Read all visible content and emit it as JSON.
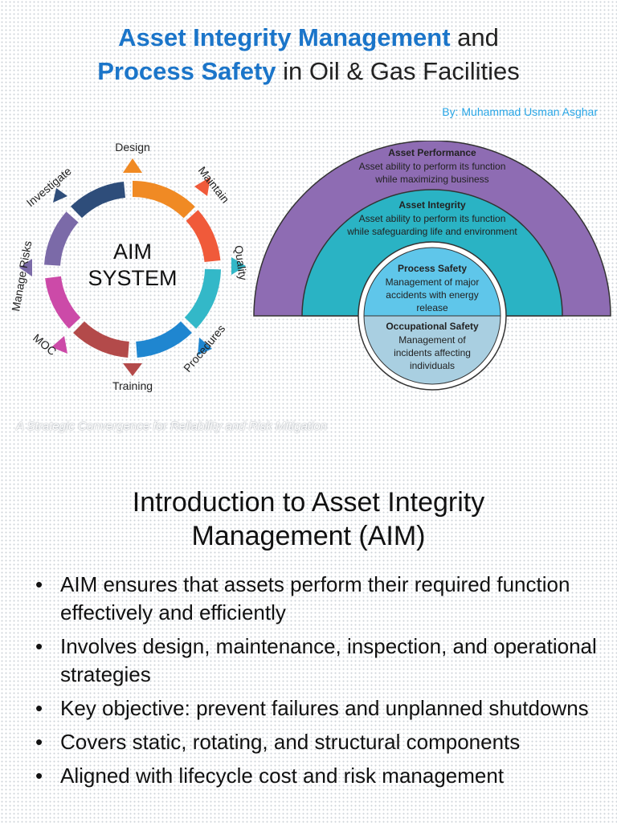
{
  "slide1": {
    "title_line1_highlight": "Asset Integrity Management",
    "title_line1_rest": " and",
    "title_line2_highlight": "Process Safety",
    "title_line2_rest": " in Oil & Gas Facilities",
    "byline": "By: Muhammad Usman Asghar",
    "aim_center_line1": "AIM",
    "aim_center_line2": "SYSTEM",
    "aim_stages": [
      "Design",
      "Maintain",
      "Quality",
      "Procedures",
      "Training",
      "MOC",
      "Manage Risks",
      "Investigate"
    ],
    "layers": [
      {
        "title": "Asset Performance",
        "line1": "Asset ability to perform its function",
        "line2": "while maximizing business",
        "color": "#8e6cb3"
      },
      {
        "title": "Asset Integrity",
        "line1": "Asset ability to perform its function",
        "line2": "while safeguarding life and environment",
        "color": "#2ab3c4"
      },
      {
        "title": "Process Safety",
        "line1": "Management of major",
        "line2": "accidents with energy",
        "line3": "release",
        "color": "#5fc6ea"
      },
      {
        "title": "Occupational Safety",
        "line1": "Management of",
        "line2": "incidents affecting",
        "line3": "individuals",
        "color": "#a9cfe1"
      }
    ],
    "tagline": "A Strategic Convergence for Reliability and Risk Mitigation"
  },
  "slide2": {
    "heading_line1": "Introduction to Asset Integrity",
    "heading_line2": "Management (AIM)",
    "bullets": [
      "AIM ensures that assets perform their required function effectively and efficiently",
      "Involves design, maintenance, inspection, and operational strategies",
      "Key objective: prevent failures and unplanned shutdowns",
      "Covers static, rotating, and structural components",
      "Aligned with lifecycle cost and risk management"
    ]
  }
}
